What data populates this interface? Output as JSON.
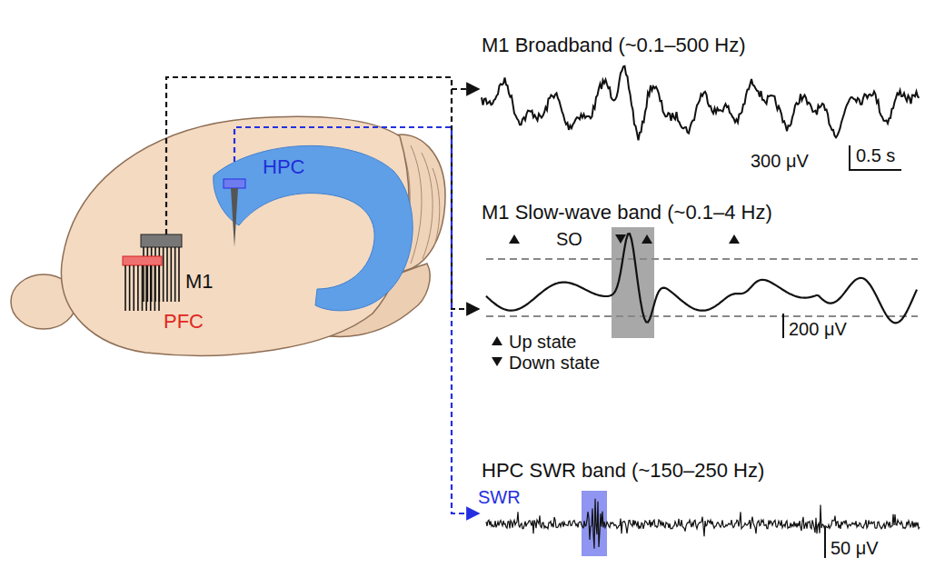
{
  "diagram": {
    "nodes": [
      {
        "text": [
          "HPC"
        ]
      }
    ],
    "labels": [
      "M1",
      "PFC",
      "M1 Broadband (~0.1–500 Hz)",
      "300 μV",
      "0.5 s",
      "M1 Slow-wave band (~0.1–4 Hz)",
      "SO",
      "200 μV",
      "HPC SWR band (~150–250 Hz)",
      "SWR",
      "50 μV"
    ],
    "legend": [
      {
        "text": "Up state"
      },
      {
        "text": "Down state"
      }
    ]
  }
}
